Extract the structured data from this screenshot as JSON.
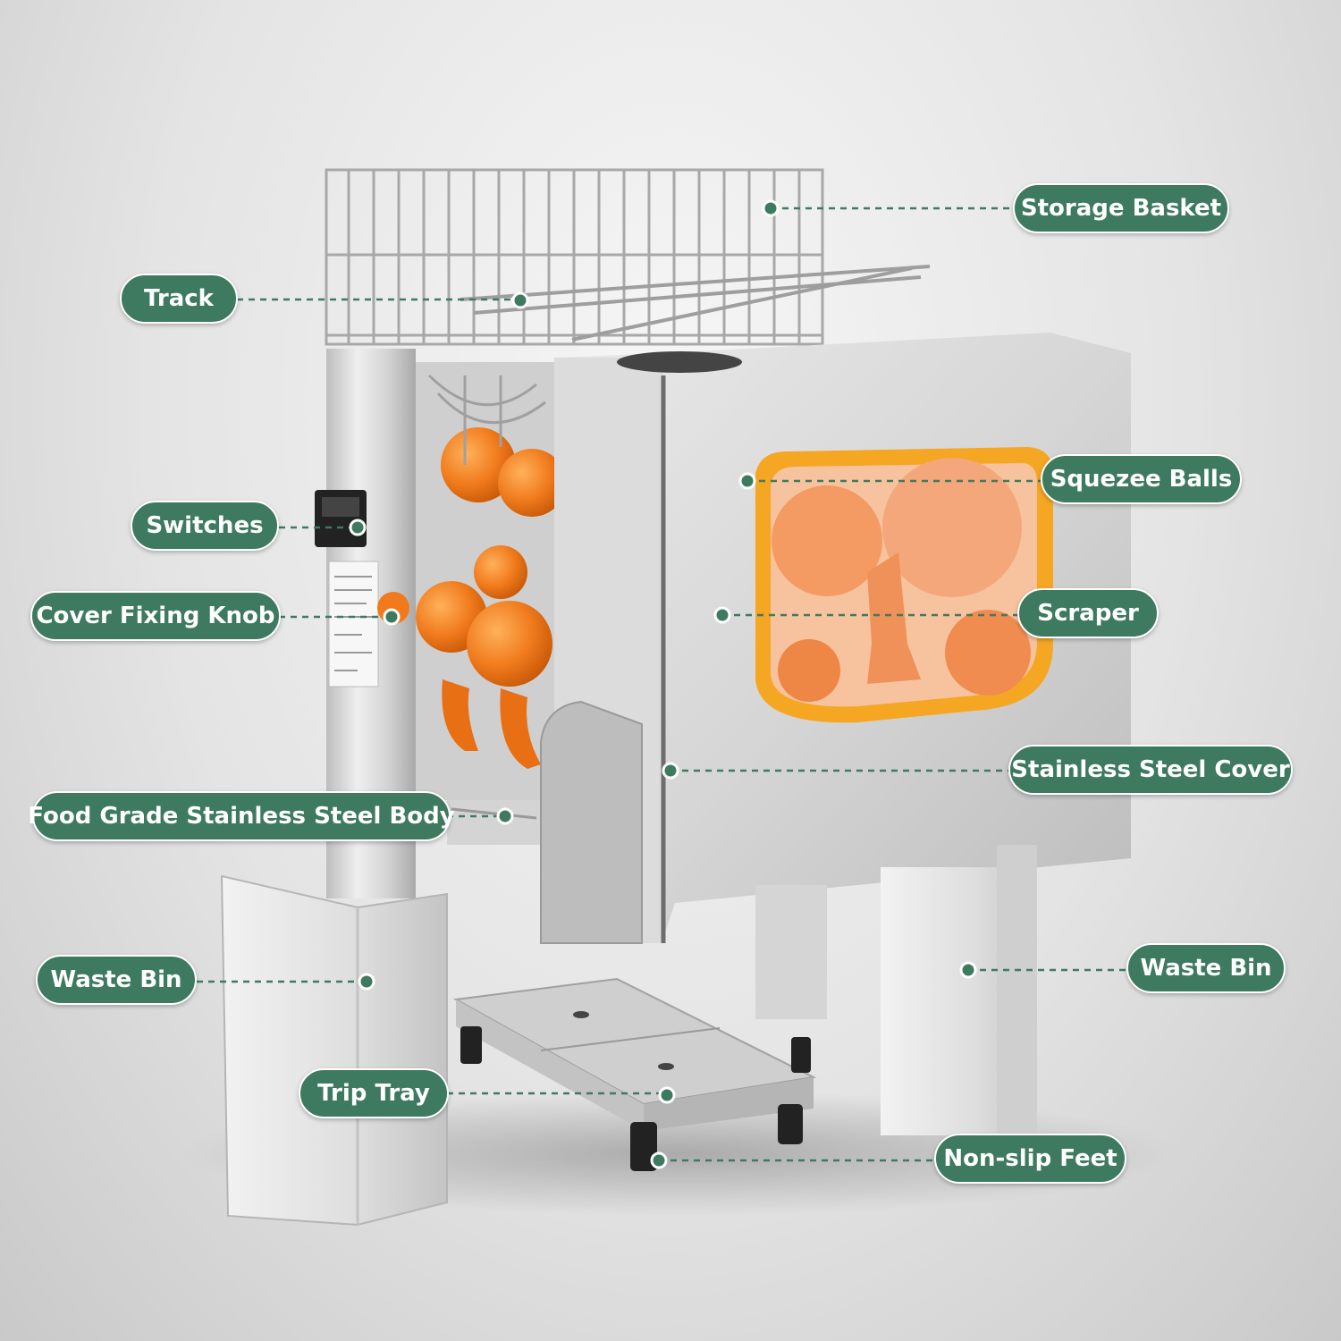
{
  "theme": {
    "label_bg": "#3e7a5f",
    "label_text": "#ffffff",
    "leader_color": "#3e7a5f",
    "accent_orange": "#f07a1c",
    "window_frame": "#f5a623",
    "steel": "#d9d9d9"
  },
  "labels": {
    "storage_basket": "Storage Basket",
    "track": "Track",
    "switches": "Switches",
    "cover_fixing_knob": "Cover Fixing Knob",
    "squeeze_balls": "Squezee Balls",
    "scraper": "Scraper",
    "stainless_steel_cover": "Stainless Steel Cover",
    "food_grade_body": "Food Grade Stainless Steel Body",
    "waste_bin_left": "Waste Bin",
    "waste_bin_right": "Waste Bin",
    "trip_tray": "Trip Tray",
    "non_slip_feet": "Non-slip Feet"
  }
}
